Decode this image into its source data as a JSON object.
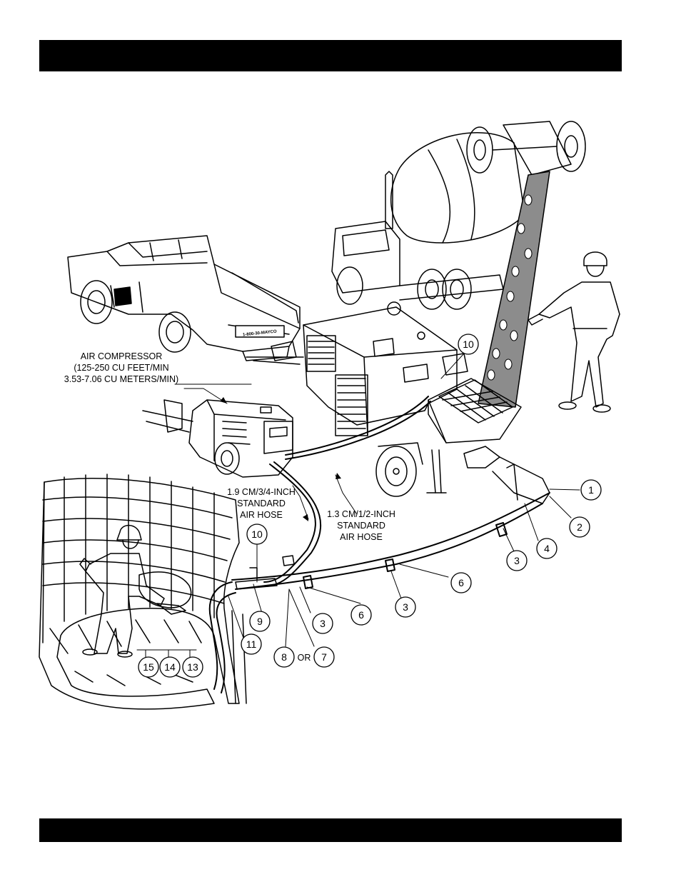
{
  "header_bar": {
    "color": "#000000"
  },
  "footer_bar": {
    "color": "#000000"
  },
  "labels": {
    "air_compressor": [
      "AIR COMPRESSOR",
      "(125-250 CU FEET/MIN",
      "3.53-7.06 CU METERS/MIN)"
    ],
    "hose_19cm": [
      "1.9 CM/3/4-INCH",
      "STANDARD",
      "AIR HOSE"
    ],
    "hose_13cm": [
      "1.3 CM/1/2-INCH",
      "STANDARD",
      "AIR HOSE"
    ],
    "truck_phone": "1-800-30-MAYCO",
    "or_text": "OR"
  },
  "callouts": {
    "c1": "1",
    "c2": "2",
    "c3a": "3",
    "c4": "4",
    "c3b": "3",
    "c6a": "6",
    "c10a": "10",
    "c10b": "10",
    "c9": "9",
    "c3c": "3",
    "c6b": "6",
    "c3d": "3",
    "c11": "11",
    "c8": "8",
    "c7": "7",
    "c15": "15",
    "c14": "14",
    "c13": "13"
  }
}
